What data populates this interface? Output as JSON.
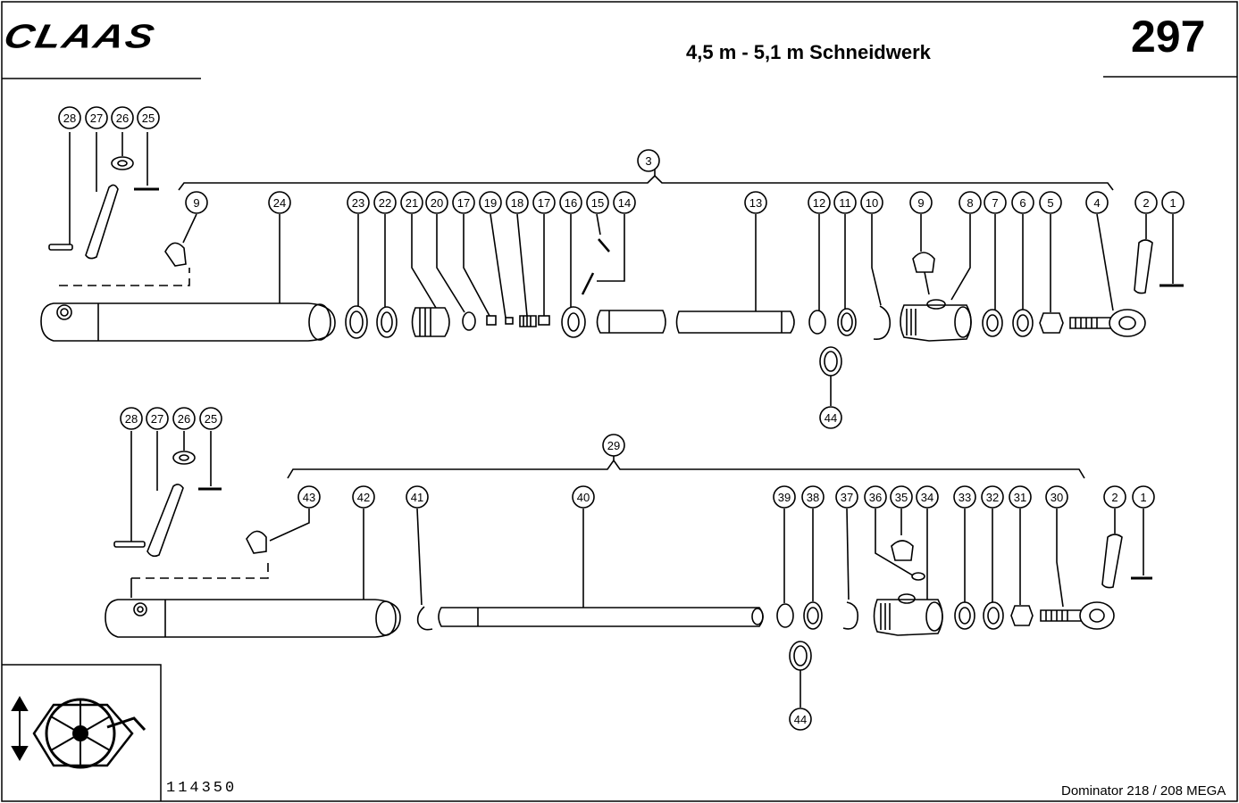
{
  "header": {
    "brand_logo": "CLAAS",
    "subtitle": "4,5 m - 5,1 m Schneidwerk",
    "page_number": "297"
  },
  "footer": {
    "drawing_number": "114350",
    "model": "Dominator 218 / 208 MEGA"
  },
  "callouts": {
    "upper": [
      "28",
      "27",
      "26",
      "25",
      "3",
      "9",
      "24",
      "23",
      "22",
      "21",
      "20",
      "17",
      "19",
      "18",
      "17",
      "16",
      "15",
      "14",
      "13",
      "12",
      "11",
      "10",
      "9",
      "8",
      "7",
      "6",
      "5",
      "4",
      "2",
      "1",
      "44"
    ],
    "lower": [
      "28",
      "27",
      "26",
      "25",
      "29",
      "43",
      "42",
      "41",
      "40",
      "39",
      "38",
      "37",
      "36",
      "35",
      "34",
      "33",
      "32",
      "31",
      "30",
      "2",
      "1",
      "44"
    ]
  },
  "icons": {
    "reel_adjust_icon": "reel-with-arrows"
  }
}
